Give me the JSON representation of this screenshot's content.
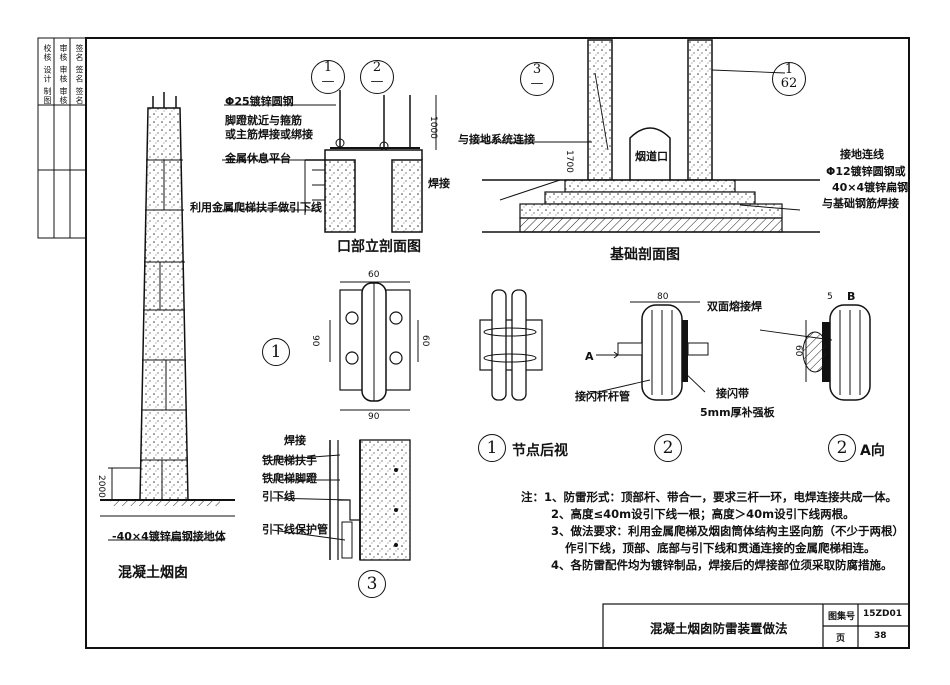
{
  "side_panel": {
    "cells": [
      "校核 设计 制图",
      "审核 审核 审核",
      "签名 签名 签名"
    ]
  },
  "titles": {
    "chimney": "混凝土烟囱",
    "mouth_section": "口部立剖面图",
    "foundation_section": "基础剖面图",
    "node_back": "节点后视",
    "a_view": "A向"
  },
  "callouts": {
    "c1": "1",
    "c2": "2",
    "c3": "3",
    "ref_1_62_top": "1",
    "ref_1_62_bottom": "62",
    "ref_1_top": "1",
    "ref_1_bottom": "—",
    "ref_2_top": "2",
    "ref_2_bottom": "—",
    "ref_3_top": "3",
    "ref_3_bottom": "—"
  },
  "labels": {
    "phi25": "Φ25镀锌圆钢",
    "foot_weld_1": "脚蹬就近与箍筋",
    "foot_weld_2": "或主筋焊接或绑接",
    "platform": "金属休息平台",
    "ladder_down": "利用金属爬梯扶手做引下线",
    "weld": "焊接",
    "ground_conn": "与接地系统连接",
    "flue": "烟道口",
    "ground_line": "接地连线",
    "phi12_1": "Φ12镀锌圆钢或",
    "phi12_2": "40×4镀锌扁钢",
    "phi12_3": "与基础钢筋焊接",
    "double_weld": "双面熔接焊",
    "flash_pipe": "接闪杆杆管",
    "flash_belt": "接闪带",
    "plate": "5mm厚补强板",
    "weld2": "焊接",
    "ladder_handrail": "铁爬梯扶手",
    "ladder_step": "铁爬梯脚蹬",
    "down_lead": "引下线",
    "down_lead_pipe": "引下线保护管",
    "ground_bar": "-40×4镀锌扁钢接地体",
    "arrow_a": "A",
    "arrow_b": "B"
  },
  "dims": {
    "d1000": "1000",
    "d1700": "1700",
    "d2000": "2000",
    "d60a": "60",
    "d90a": "90",
    "d90b": "90",
    "d60b": "60",
    "d80": "80",
    "d5": "5",
    "d60c": "60"
  },
  "notes": {
    "prefix": "注：",
    "items": [
      "1、防雷形式：顶部杆、带合一，要求三杆一环，电焊连接共成一体。",
      "2、高度≤40m设引下线一根；高度＞40m设引下线两根。",
      "3、做法要求：利用金属爬梯及烟囱筒体结构主竖向筋（不少于两根）",
      "作引下线，顶部、底部与引下线和贯通连接的金属爬梯相连。",
      "4、各防雷配件均为镀锌制品，焊接后的焊接部位须采取防腐措施。"
    ]
  },
  "title_block": {
    "title": "混凝土烟囱防雷装置做法",
    "atlas_label": "图集号",
    "atlas_no": "15ZD01",
    "page_label": "页",
    "page_no": "38"
  }
}
